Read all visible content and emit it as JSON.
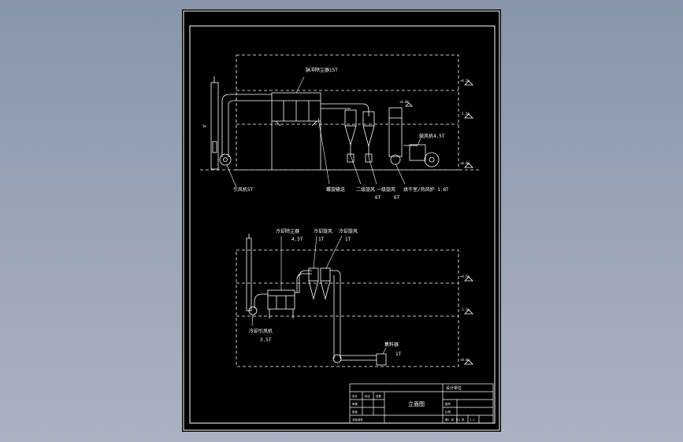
{
  "drawing": {
    "upper": {
      "labels": {
        "pulse_duster": "脉冲除尘器15T",
        "induced_fan": "引风机5T",
        "screw_conveyor": "螺旋输送",
        "cyclone_2": "二级旋风",
        "cyclone_1": "一级旋风",
        "cyclone_2_weight": "6T",
        "cyclone_1_weight": "6T",
        "dryer_fan": "烘干室/热风炉 1.8T",
        "blower": "鼓风机4.5T",
        "chimney_h": "5m"
      },
      "levels": [
        "+4.5m",
        "-1.5m",
        "+0.0m",
        "+4.0m"
      ]
    },
    "lower": {
      "labels": {
        "cooling_duster_title": "冷却除尘器",
        "cooling_duster_weight": "4.5T",
        "cooling_cyclone_a": "冷却旋风",
        "cooling_cyclone_a_weight": "1T",
        "cooling_cyclone_b": "冷却旋风",
        "cooling_cyclone_b_weight": "1T",
        "cooling_fan": "冷却引风机",
        "cooling_fan_weight": "3.5T",
        "collector": "集料器",
        "collector_weight": "1T"
      },
      "levels": [
        "+4.5m",
        "-1.5m",
        "+0.0m"
      ]
    },
    "title_block": {
      "title": "立面图",
      "company": "设计单位",
      "cells": [
        "设计",
        "审核",
        "批准",
        "标记",
        "处数"
      ],
      "meta": [
        "图号",
        "比例"
      ],
      "scale": "1:1",
      "sheet": "第1 张 共1 张",
      "footer": "非标准件"
    }
  }
}
